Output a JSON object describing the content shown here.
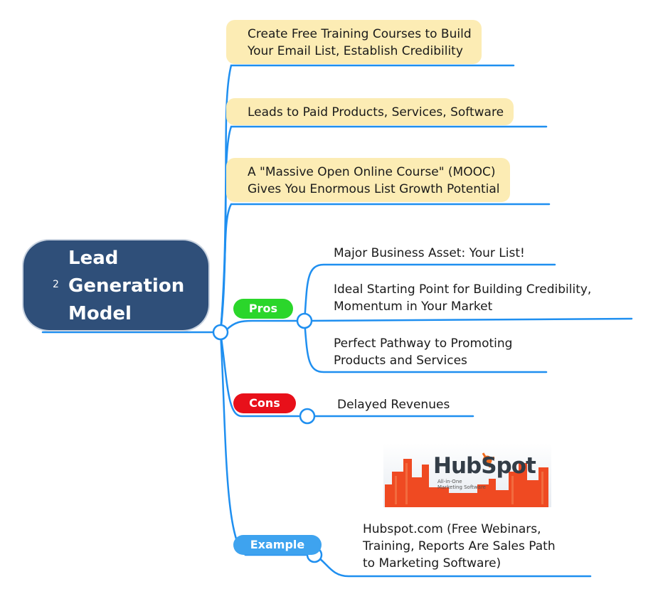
{
  "central": {
    "number": "2",
    "title_lines": [
      "Lead",
      "Generation",
      "Model"
    ]
  },
  "topics": [
    {
      "lines": [
        "Create Free Training Courses to Build",
        "Your Email List, Establish Credibility"
      ]
    },
    {
      "lines": [
        "Leads to Paid Products, Services, Software"
      ]
    },
    {
      "lines": [
        "A \"Massive Open Online Course\" (MOOC)",
        "Gives You Enormous List Growth Potential"
      ]
    }
  ],
  "pros": {
    "label": "Pros",
    "color": "#2bd62b",
    "items": [
      {
        "lines": [
          "Major Business Asset: Your List!"
        ]
      },
      {
        "lines": [
          "Ideal Starting Point for Building Credibility,",
          "Momentum in Your Market"
        ]
      },
      {
        "lines": [
          "Perfect Pathway to Promoting",
          "Products and Services"
        ]
      }
    ]
  },
  "cons": {
    "label": "Cons",
    "color": "#e8101a",
    "items": [
      {
        "lines": [
          "Delayed Revenues"
        ]
      }
    ]
  },
  "example": {
    "label": "Example",
    "color": "#3ea3ef",
    "logo": {
      "brand": "HubSpot",
      "tagline_lines": [
        "All-in-One",
        "Marketing Software"
      ]
    },
    "items": [
      {
        "lines": [
          "Hubspot.com (Free Webinars,",
          "Training, Reports Are Sales Path",
          "to Marketing Software)"
        ]
      }
    ]
  },
  "colors": {
    "connector": "#1f8ff0",
    "central_fill": "#2f4f79",
    "topic_highlight": "#fcecb4"
  }
}
